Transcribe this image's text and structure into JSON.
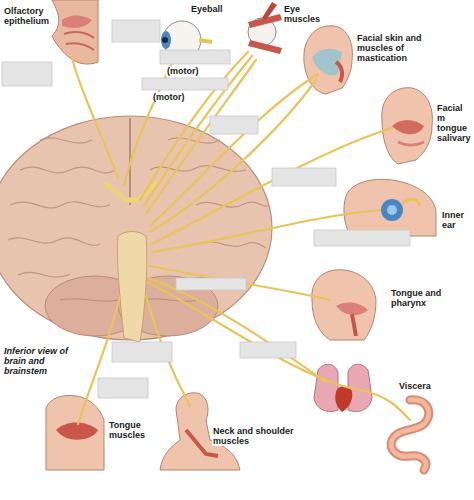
{
  "diagram": {
    "labels": [
      "Olfactory epithelium",
      "Eyeball",
      "Eye muscles",
      "Facial skin and muscles of mastication",
      "(motor)",
      "(motor)",
      "Facial m tongue salivary",
      "Inner ear",
      "Tongue and pharynx",
      "Inferior view of brain and brainstem",
      "Viscera",
      "Tongue muscles",
      "Neck and shoulder muscles"
    ]
  }
}
